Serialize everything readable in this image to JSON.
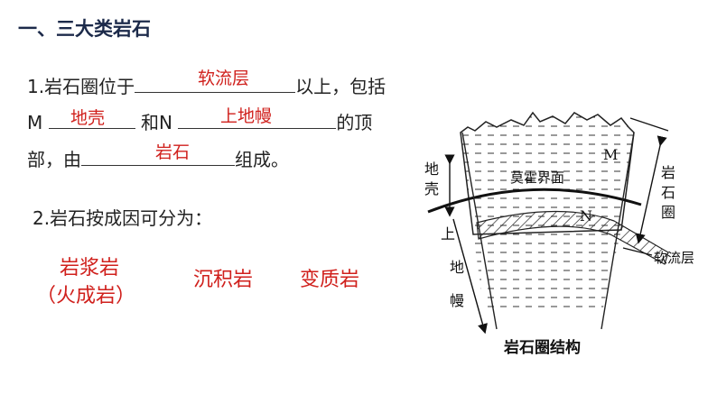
{
  "heading": "一、三大类岩石",
  "q1": {
    "line1_a": "1.岩石圈位于",
    "line1_b": "以上，包括",
    "line2_a": "M",
    "line2_b": "和N",
    "line2_c": "的顶",
    "line3_a": "部，由",
    "line3_b": "组成。",
    "answer_position": "软流层",
    "answer_M": "地壳",
    "answer_N": "上地幔",
    "answer_composition": "岩石"
  },
  "q2": {
    "text": "2.岩石按成因可分为：",
    "types": [
      "岩浆岩",
      "（火成岩）",
      "沉积岩",
      "变质岩"
    ]
  },
  "diagram": {
    "caption": "岩石圈结构",
    "label_moho": "莫霍界面",
    "label_M": "M",
    "label_N": "N",
    "label_crust": "地壳",
    "label_upper_mantle": [
      "上",
      "地",
      "幔"
    ],
    "label_lithosphere": "岩石圈",
    "label_asthenosphere": "软流层"
  },
  "colors": {
    "answer": "#d0201c",
    "heading": "#1c2a4a"
  }
}
